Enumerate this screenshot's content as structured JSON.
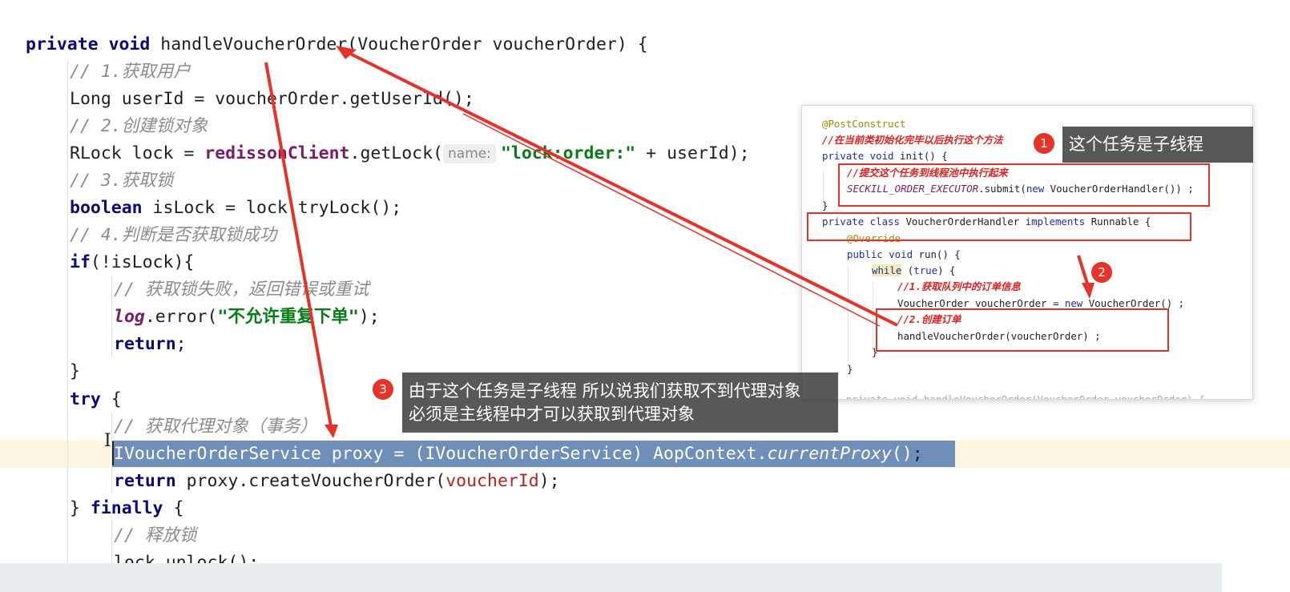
{
  "code": {
    "signature": {
      "kw_private": "private",
      "kw_void": "void",
      "rest": " handleVoucherOrder(VoucherOrder voucherOrder) {"
    },
    "c1": "// 1.获取用户",
    "user_line": "Long userId = voucherOrder.getUserId();",
    "c2": "// 2.创建锁对象",
    "lock_prefix": "RLock lock = ",
    "lock_field": "redissonClient",
    "lock_call": ".getLock(",
    "lock_hint": "name:",
    "lock_string": "\"lock:order:\"",
    "lock_suffix": " + userId);",
    "c3": "// 3.获取锁",
    "try_kw": "boolean",
    "try_rest": " isLock = lock.tryLock();",
    "c4": "// 4.判断是否获取锁成功",
    "if_kw": "if",
    "if_rest": "(!isLock){",
    "c5": "// 获取锁失败，返回错误或重试",
    "log_field": "log",
    "log_call": ".error(",
    "log_string": "\"不允许重复下单\"",
    "log_end": ");",
    "return_kw": "return",
    "semicolon": ";",
    "close_brace": "}",
    "try_word": "try",
    "open_brace": " {",
    "c6": "// 获取代理对象（事务）",
    "proxy_main": "IVoucherOrderService proxy = (IVoucherOrderService) AopContext.",
    "proxy_method": "currentProxy",
    "proxy_parens": "()",
    "return_call": " proxy.createVoucherOrder(",
    "return_arg": "voucherId",
    "return_end": ");",
    "finally_prefix": "} ",
    "finally_kw": "finally",
    "c7": "// 释放锁",
    "unlock": "lock.unlock();"
  },
  "reference_panel": {
    "annotation": "@PostConstruct",
    "comment_init": "//在当前类初始化完毕以后执行这个方法",
    "init_kw": "private void",
    "init_rest": " init() {",
    "comment_submit": "//提交这个任务到线程池中执行起来",
    "submit_const": "SECKILL_ORDER_EXECUTOR",
    "submit_call": ".submit(",
    "submit_new": "new",
    "submit_rest": " VoucherOrderHandler()) ;",
    "brace": "}",
    "class_kw1": "private class",
    "class_name": " VoucherOrderHandler ",
    "class_kw2": "implements",
    "class_rest": " Runnable {",
    "override": "@Override",
    "run_kw": "public void",
    "run_rest": " run() {",
    "while_kw": "while",
    "while_open": " (",
    "while_true": "true",
    "while_close": ") {",
    "comment_queue": "//1.获取队列中的订单信息",
    "order_decl": "VoucherOrder voucherOrder = ",
    "order_new": "new",
    "order_rest": " VoucherOrder() ;",
    "comment_create": "//2.创建订单",
    "handle_call": "handleVoucherOrder(voucherOrder) ;",
    "cut_off_line": "    private void handleVoucherOrder(VoucherOrder voucherOrder) {"
  },
  "annotations": {
    "badge1": "1",
    "tooltip1": "这个任务是子线程",
    "badge2": "2",
    "badge3": "3",
    "tooltip3_line1": "由于这个任务是子线程 所以说我们获取不到代理对象",
    "tooltip3_line2": "必须是主线程中才可以获取到代理对象"
  },
  "colors": {
    "annotation_red": "#e5332a",
    "selection": "#6f8fb8",
    "tooltip_bg": "#3c3c3c"
  }
}
